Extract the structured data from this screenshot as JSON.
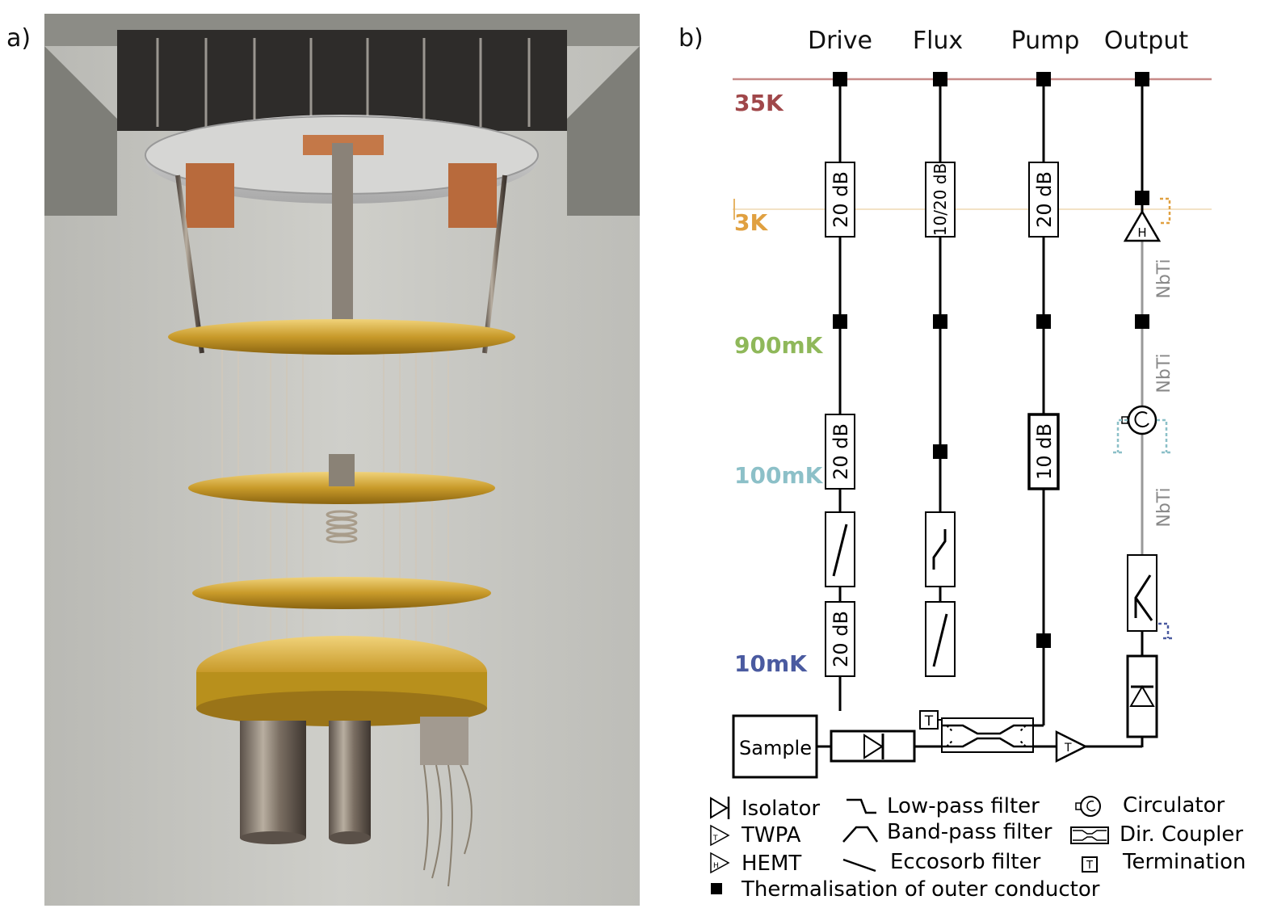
{
  "panels": {
    "a_label": "a)",
    "b_label": "b)"
  },
  "photo": {
    "description_icon": "dilution-refrigerator-photo"
  },
  "lines": {
    "drive": "Drive",
    "flux": "Flux",
    "pump": "Pump",
    "output": "Output"
  },
  "stages": {
    "s35k": "35K",
    "s3k": "3K",
    "s900mk": "900mK",
    "s100mk": "100mK",
    "s10mk": "10mK"
  },
  "colors": {
    "s35k": "#a0474a",
    "s3k": "#e0a040",
    "s900mk": "#8fb85a",
    "s100mk": "#8cc0c8",
    "s10mk": "#4a5aa0"
  },
  "components": {
    "drive_att_1": "20 dB",
    "drive_att_2": "20 dB",
    "drive_att_3": "20 dB",
    "flux_att": "10/20 dB",
    "pump_att_1": "20 dB",
    "pump_att_2": "10 dB",
    "nbti_1": "NbTi",
    "nbti_2": "NbTi",
    "nbti_3": "NbTi",
    "sample": "Sample",
    "hemt_glyph": "H",
    "twpa_glyph": "T",
    "term_glyph": "T"
  },
  "legend": {
    "isolator": "Isolator",
    "twpa": "TWPA",
    "hemt": "HEMT",
    "lowpass": "Low-pass filter",
    "bandpass": "Band-pass filter",
    "eccosorb": "Eccosorb filter",
    "circulator": "Circulator",
    "dircoupler": "Dir. Coupler",
    "termination": "Termination",
    "thermalisation": "Thermalisation of outer conductor"
  }
}
